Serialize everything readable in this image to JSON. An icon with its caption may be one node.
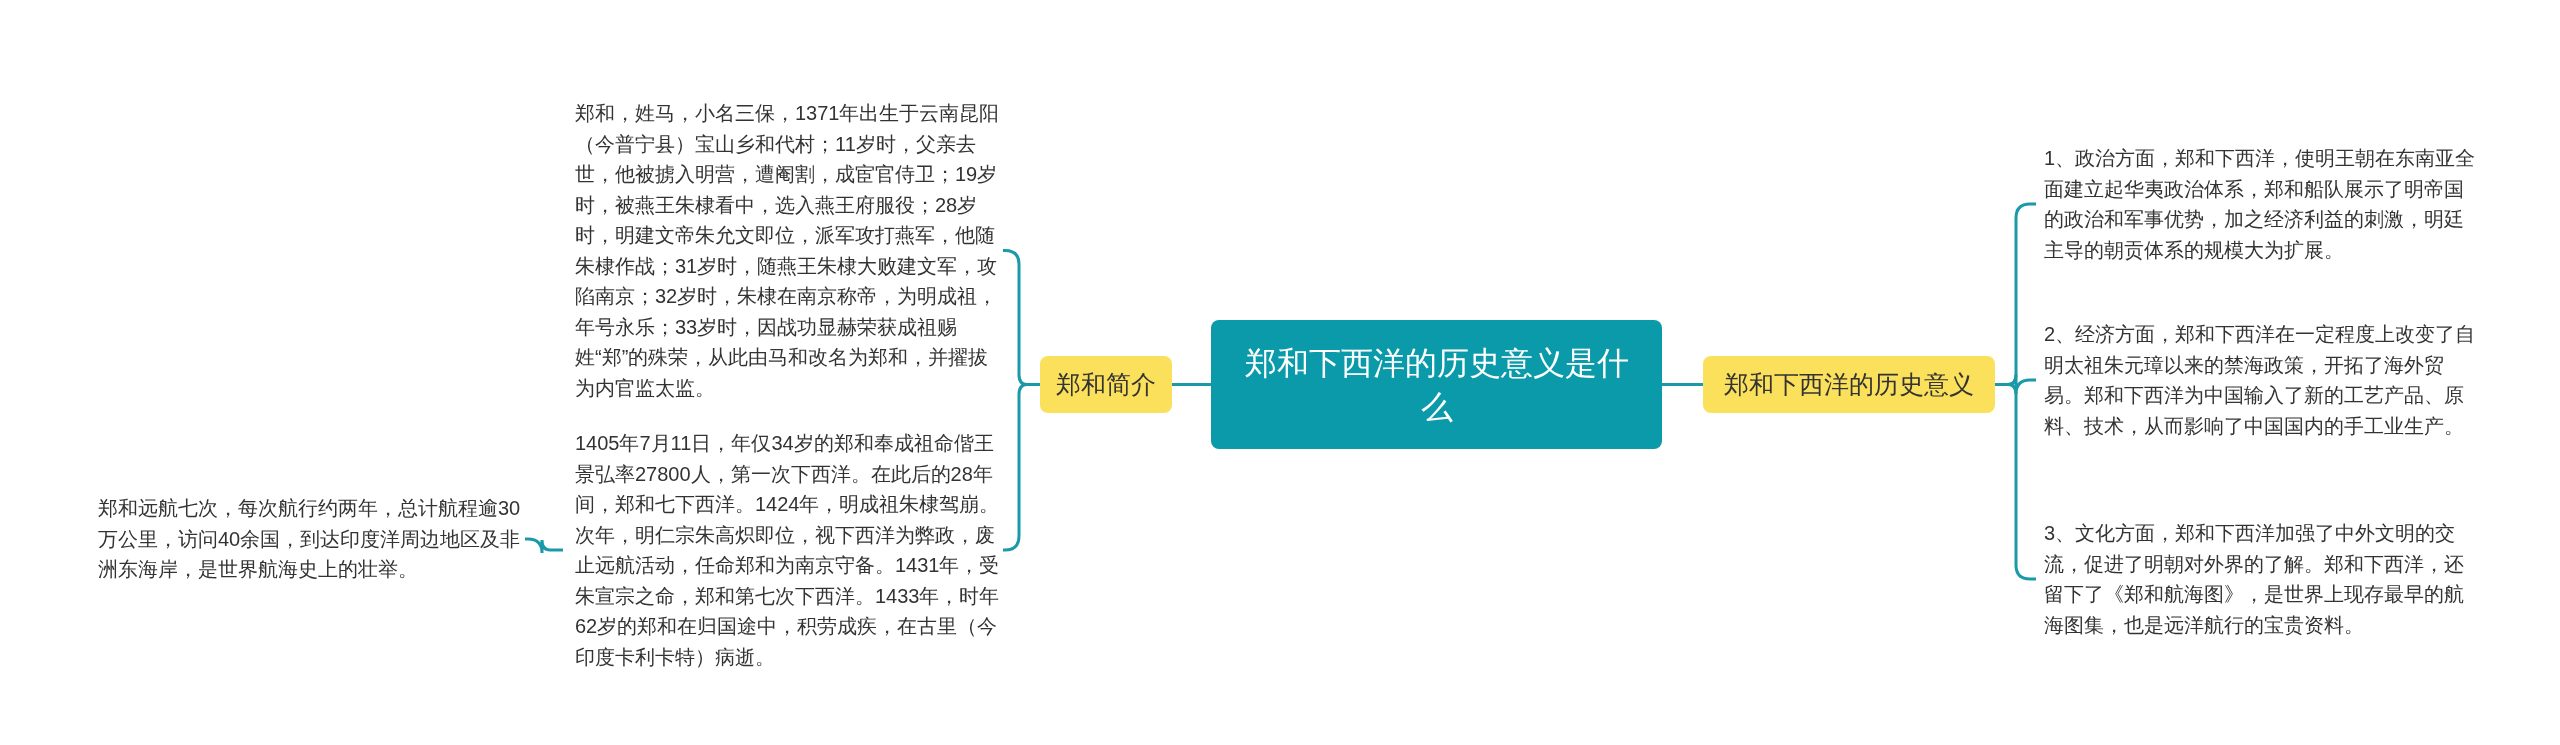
{
  "diagram": {
    "nodes": [
      {
        "text": [
          "郑和下西洋的历史意义是什么"
        ]
      },
      {
        "text": [
          "郑和简介"
        ]
      },
      {
        "text": [
          "郑和下西洋的历史意义"
        ]
      },
      {
        "text": [
          "郑和，姓马，小名三保，1371年出生于云南昆阳（今普宁县）宝山乡和代村；11岁时，父亲去世，他被掳入明营，遭阉割，成宦官侍卫；19岁时，被燕王朱棣看中，选入燕王府服役；28岁时，明建文帝朱允文即位，派军攻打燕军，他随朱棣作战；31岁时，随燕王朱棣大败建文军，攻陷南京；32岁时，朱棣在南京称帝，为明成祖，年号永乐；33岁时，因战功显赫荣获成祖赐姓“郑”的殊荣，从此由马和改名为郑和，并擢拔为内官监太监。"
        ]
      },
      {
        "text": [
          "1405年7月11日，年仅34岁的郑和奉成祖命偕王景弘率27800人，第一次下西洋。在此后的28年间，郑和七下西洋。1424年，明成祖朱棣驾崩。次年，明仁宗朱高炽即位，视下西洋为弊政，废止远航活动，任命郑和为南京守备。1431年，受朱宣宗之命，郑和第七次下西洋。1433年，时年62岁的郑和在归国途中，积劳成疾，在古里（今印度卡利卡特）病逝。"
        ]
      },
      {
        "text": [
          "郑和远航七次，每次航行约两年，总计航程逾30万公里，访问40余国，到达印度洋周边地区及非洲东海岸，是世界航海史上的壮举。"
        ]
      },
      {
        "text": [
          "1、政治方面，郑和下西洋，使明王朝在东南亚全面建立起华夷政治体系，郑和船队展示了明帝国的政治和军事优势，加之经济利益的刺激，明廷主导的朝贡体系的规模大为扩展。"
        ]
      },
      {
        "text": [
          "2、经济方面，郑和下西洋在一定程度上改变了自明太祖朱元璋以来的禁海政策，开拓了海外贸易。郑和下西洋为中国输入了新的工艺产品、原料、技术，从而影响了中国国内的手工业生产。"
        ]
      },
      {
        "text": [
          "3、文化方面，郑和下西洋加强了中外文明的交流，促进了明朝对外界的了解。郑和下西洋，还留下了《郑和航海图》，是世界上现存最早的航海图集，也是远洋航行的宝贵资料。"
        ]
      }
    ],
    "edges": [
      {
        "from": 0,
        "to": 1,
        "arrow": "none"
      },
      {
        "from": 1,
        "to": 3,
        "arrow": "none"
      },
      {
        "from": 1,
        "to": 4,
        "arrow": "none"
      },
      {
        "from": 4,
        "to": 5,
        "arrow": "none"
      },
      {
        "from": 0,
        "to": 2,
        "arrow": "none"
      },
      {
        "from": 2,
        "to": 6,
        "arrow": "none"
      },
      {
        "from": 2,
        "to": 7,
        "arrow": "none"
      },
      {
        "from": 2,
        "to": 8,
        "arrow": "none"
      }
    ]
  }
}
